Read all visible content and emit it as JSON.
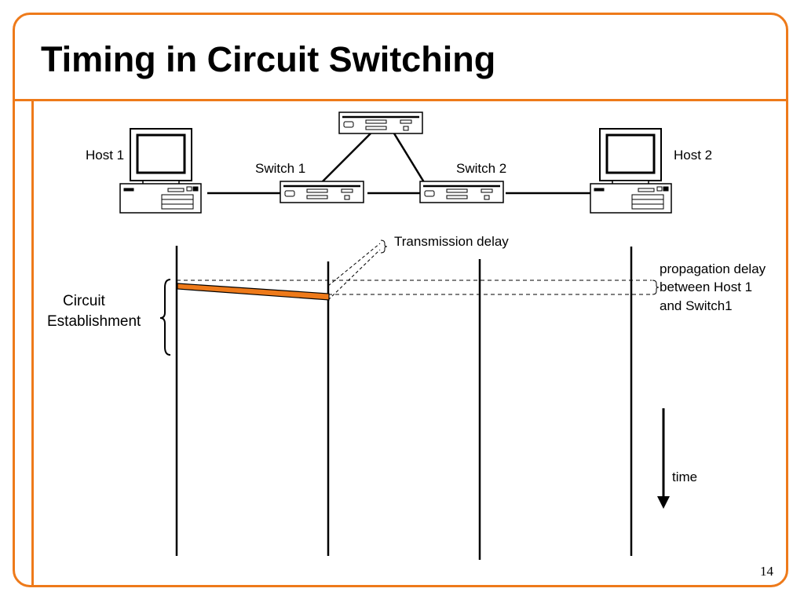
{
  "slide": {
    "title": "Timing in Circuit Switching",
    "page_number": "14"
  },
  "network": {
    "host1_label": "Host 1",
    "host2_label": "Host 2",
    "switch1_label": "Switch 1",
    "switch2_label": "Switch 2"
  },
  "timing": {
    "transmission_delay_label": "Transmission delay",
    "propagation_delay_label": [
      "propagation delay",
      "between Host 1",
      "and Switch1"
    ],
    "circuit_establishment_label": [
      "Circuit",
      "Establishment"
    ],
    "time_label": "time"
  },
  "colors": {
    "accent": "#EE7A1A",
    "ink": "#000000"
  }
}
